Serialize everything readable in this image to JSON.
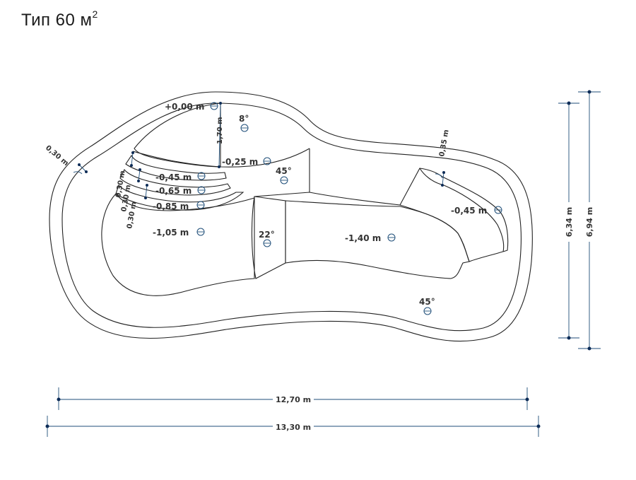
{
  "title": {
    "text": "Тип 60 м",
    "sup": "2"
  },
  "depths": {
    "rim": "+0,00 m",
    "step1": "-0,25 m",
    "step2": "-0,45 m",
    "step3": "-0,65 m",
    "step4": "-0,85 m",
    "shallow": "-1,05 m",
    "deep": "-1,40 m",
    "right_bench": "-0,45 m"
  },
  "angles": {
    "a1": "8°",
    "a2": "45°",
    "a3": "22°",
    "a4": "45°"
  },
  "measures": {
    "rim_width": "0,30 m",
    "entry_depth": "1,70 m",
    "step_width_1": "0,30 m",
    "step_width_2": "0,30 m",
    "step_width_3": "0,30 m",
    "bench_width": "0,35 m",
    "inner_width": "6,34 m",
    "outer_width": "6,94 m",
    "inner_length": "12,70 m",
    "outer_length": "13,30 m"
  }
}
